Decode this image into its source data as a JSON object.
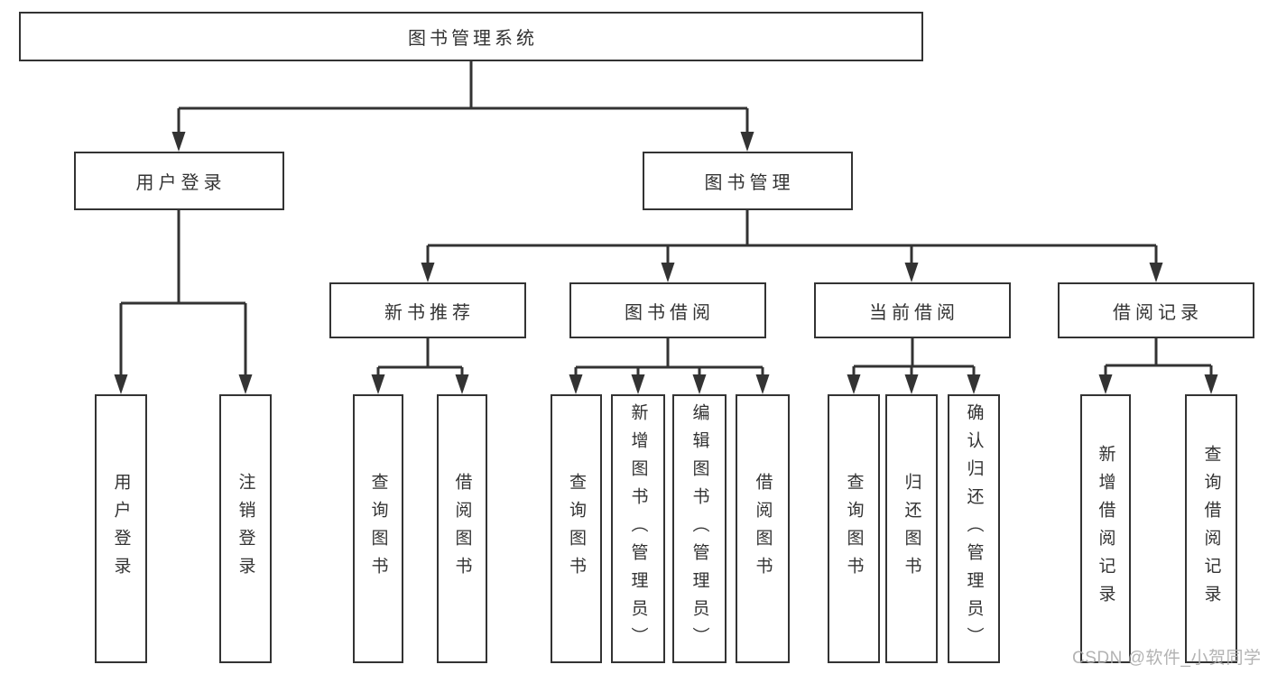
{
  "root": {
    "label": "图书管理系统"
  },
  "branches": [
    {
      "label": "用户登录",
      "children": [
        {
          "label": "用户登录"
        },
        {
          "label": "注销登录"
        }
      ]
    },
    {
      "label": "图书管理",
      "groups": [
        {
          "label": "新书推荐",
          "children": [
            {
              "label": "查询图书"
            },
            {
              "label": "借阅图书"
            }
          ]
        },
        {
          "label": "图书借阅",
          "children": [
            {
              "label": "查询图书"
            },
            {
              "label": "新增图书（管理员）"
            },
            {
              "label": "编辑图书（管理员）"
            },
            {
              "label": "借阅图书"
            }
          ]
        },
        {
          "label": "当前借阅",
          "children": [
            {
              "label": "查询图书"
            },
            {
              "label": "归还图书"
            },
            {
              "label": "确认归还（管理员）"
            }
          ]
        },
        {
          "label": "借阅记录",
          "children": [
            {
              "label": "新增借阅记录"
            },
            {
              "label": "查询借阅记录"
            }
          ]
        }
      ]
    }
  ],
  "watermark": {
    "text": "CSDN @软件_小贺同学"
  },
  "colors": {
    "line": "#333333",
    "box_fill": "#ffffff",
    "text": "#333333",
    "watermark": "#ababab"
  }
}
